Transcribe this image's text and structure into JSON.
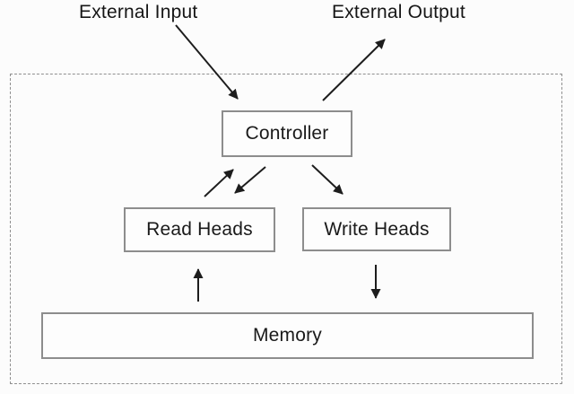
{
  "diagram": {
    "external_labels": {
      "input": "External Input",
      "output": "External Output"
    },
    "nodes": {
      "controller": {
        "label": "Controller"
      },
      "read_heads": {
        "label": "Read Heads"
      },
      "write_heads": {
        "label": "Write Heads"
      },
      "memory": {
        "label": "Memory"
      }
    },
    "edges": [
      {
        "from": "external-input",
        "to": "controller",
        "arrowhead": "at-controller"
      },
      {
        "from": "controller",
        "to": "external-output",
        "arrowhead": "at-external-output"
      },
      {
        "from": "read-heads",
        "to": "controller",
        "arrowhead": "at-controller"
      },
      {
        "from": "controller",
        "to": "read-heads",
        "arrowhead": "at-read-heads"
      },
      {
        "from": "controller",
        "to": "write-heads",
        "arrowhead": "at-write-heads"
      },
      {
        "from": "memory",
        "to": "read-heads",
        "arrowhead": "at-read-heads"
      },
      {
        "from": "write-heads",
        "to": "memory",
        "arrowhead": "at-memory"
      }
    ],
    "colors": {
      "box_border": "#8d8d8d",
      "dashed_border": "#8f8f8f",
      "arrow": "#1d1d1d",
      "text": "#1a1a1a",
      "background": "#fcfcfc"
    }
  }
}
